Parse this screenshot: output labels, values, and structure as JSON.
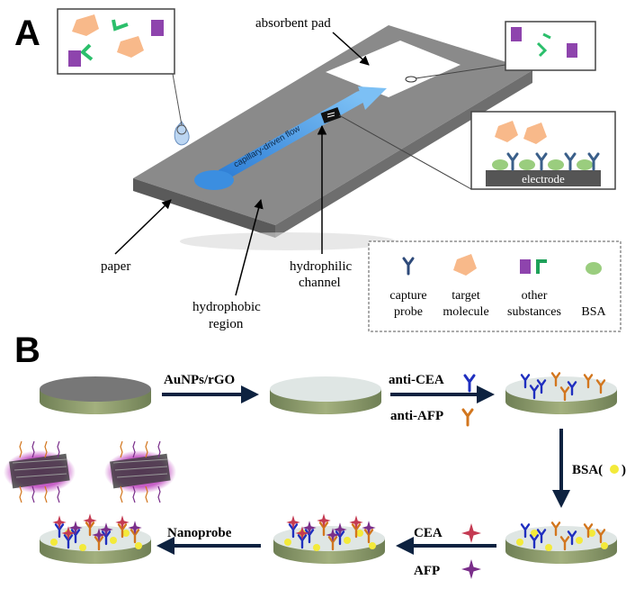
{
  "panel_a": {
    "label": "A",
    "absorbent_pad": "absorbent pad",
    "flow_text": "capillary-driven flow",
    "paper": "paper",
    "hydrophobic_1": "hydrophobic",
    "hydrophobic_2": "region",
    "hydrophilic_1": "hydrophilic",
    "hydrophilic_2": "channel",
    "electrode": "electrode",
    "legend": {
      "capture_1": "capture",
      "capture_2": "probe",
      "target_1": "target",
      "target_2": "molecule",
      "other_1": "other",
      "other_2": "substances",
      "bsa": "BSA"
    }
  },
  "panel_b": {
    "label": "B",
    "step_aunps": "AuNPs/rGO",
    "step_anti_cea": "anti-CEA",
    "step_anti_afp": "anti-AFP",
    "step_bsa": "BSA(",
    "step_bsa_close": ")",
    "step_cea": "CEA",
    "step_afp": "AFP",
    "step_nanoprobe": "Nanoprobe"
  },
  "colors": {
    "probe_blue": "#1f2fbf",
    "probe_orange": "#d2761e",
    "star_red": "#c43a52",
    "star_purple": "#7a2e8a",
    "bsa_yellow": "#f3ea3a",
    "flow_blue": "#3b8ee0",
    "glow_magenta": "#b01fb0"
  }
}
